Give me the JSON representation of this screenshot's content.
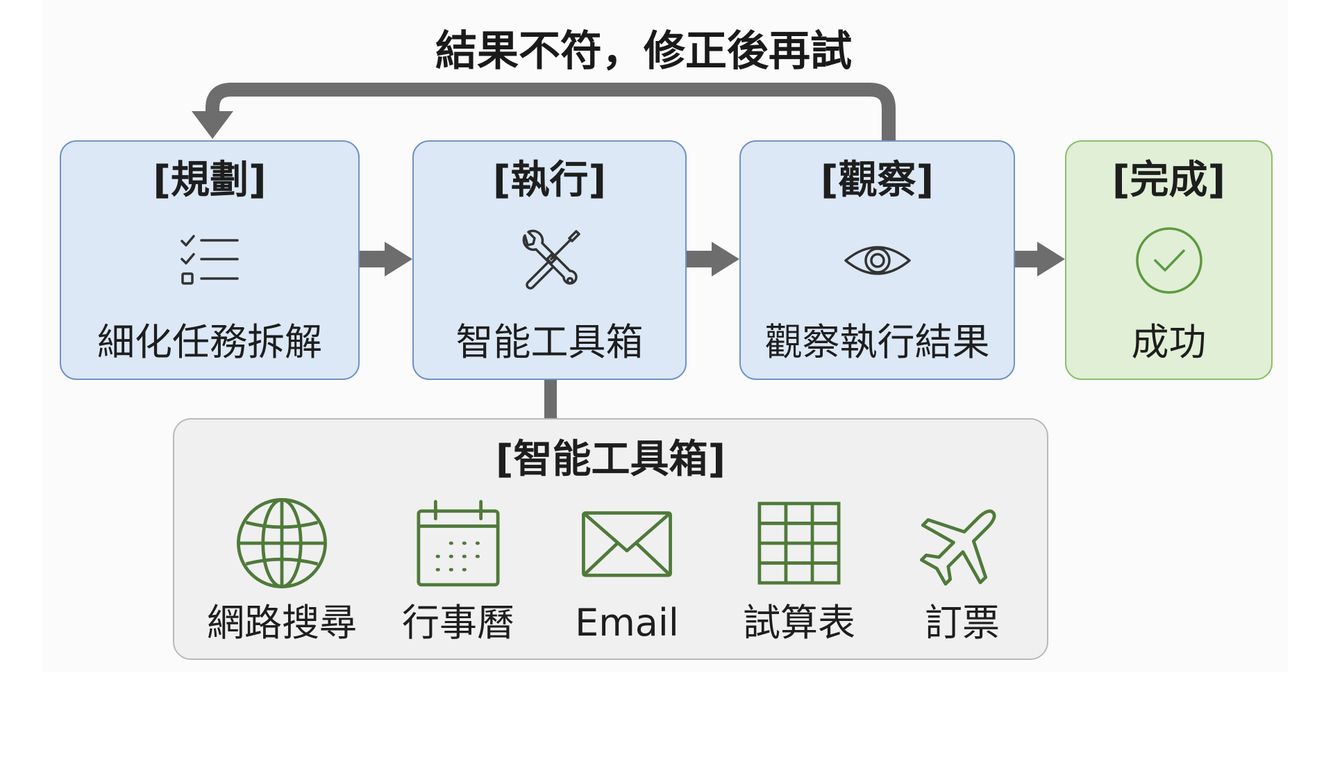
{
  "loop_label": "結果不符，修正後再試",
  "steps": [
    {
      "title": "[規劃]",
      "label": "細化任務拆解",
      "icon": "checklist-icon"
    },
    {
      "title": "[執行]",
      "label": "智能工具箱",
      "icon": "wrench-screwdriver-icon"
    },
    {
      "title": "[觀察]",
      "label": "觀察執行結果",
      "icon": "eye-icon"
    },
    {
      "title": "[完成]",
      "label": "成功",
      "icon": "check-circle-icon"
    }
  ],
  "toolbox": {
    "title": "[智能工具箱]",
    "tools": [
      {
        "label": "網路搜尋",
        "icon": "globe-icon"
      },
      {
        "label": "行事曆",
        "icon": "calendar-icon"
      },
      {
        "label": "Email",
        "icon": "envelope-icon"
      },
      {
        "label": "試算表",
        "icon": "spreadsheet-grid-icon"
      },
      {
        "label": "訂票",
        "icon": "airplane-icon"
      }
    ]
  },
  "colors": {
    "step_fill": "#dce8f6",
    "step_border": "#6f93c4",
    "done_fill": "#e0efd6",
    "done_border": "#8cbf6a",
    "toolbox_fill": "#f0f0f0",
    "toolbox_border": "#b9b9b9",
    "arrow": "#6d6d6d",
    "tool_icon": "#4f7a3a"
  }
}
